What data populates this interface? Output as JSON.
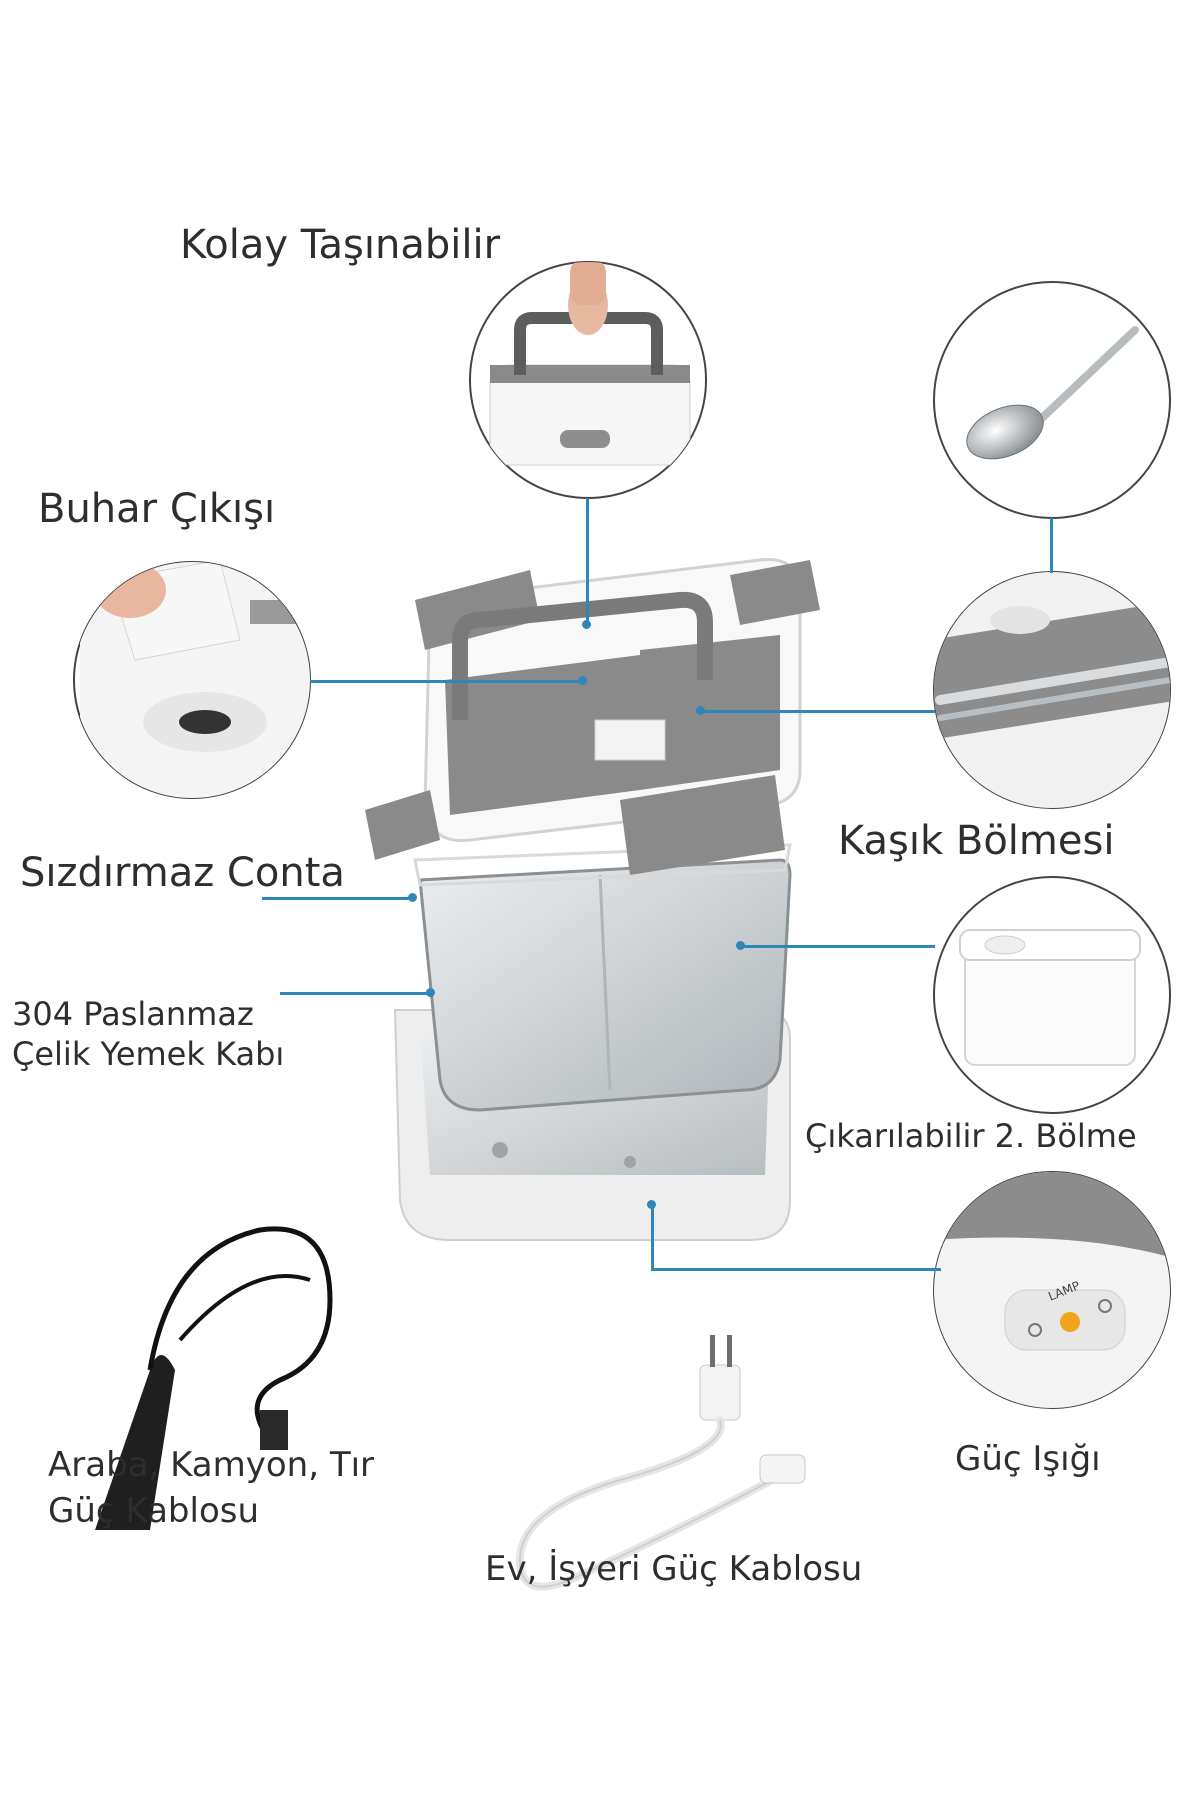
{
  "labels": {
    "portable": "Kolay Taşınabilir",
    "steam": "Buhar Çıkışı",
    "seal": "Sızdırmaz Conta",
    "steel_line1": "304 Paslanmaz",
    "steel_line2": "Çelik Yemek Kabı",
    "spoon": "Kaşık Bölmesi",
    "second_compartment": "Çıkarılabilir 2. Bölme",
    "power_light": "Güç Işığı",
    "car_cable_line1": "Araba, Kamyon, Tır",
    "car_cable_line2": "Güç Kablosu",
    "home_cable": "Ev, İşyeri Güç Kablosu",
    "lamp_text": "LAMP"
  },
  "colors": {
    "accent_line": "#2f86b8",
    "lid_gray": "#8a8a8a",
    "body_white": "#f4f4f4",
    "steel": "#cfd3d6",
    "lamp": "#f2a51a"
  }
}
